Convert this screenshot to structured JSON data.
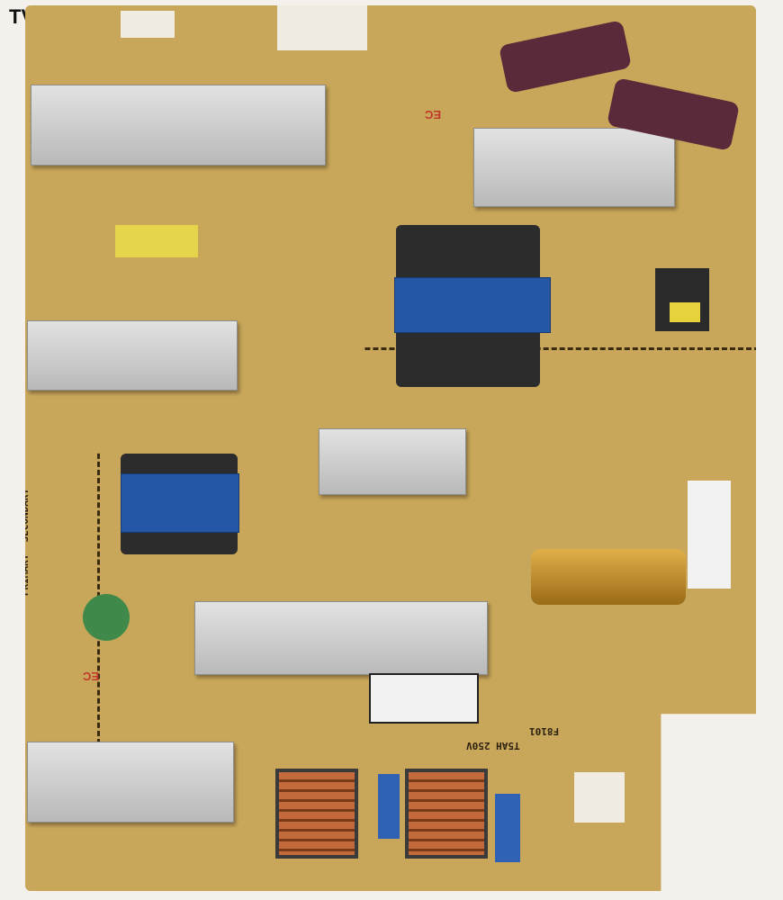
{
  "watermark": "TVP",
  "silkscreen": {
    "boundary_label": "PRIMARY  SECONDARY",
    "fuse_label_line1": "F8101",
    "fuse_label_line2": "T5AH 250V",
    "ec_mark": "EC"
  },
  "colors": {
    "board": "#c9a75a",
    "heatsink": "#c8c8c8",
    "transformer_tape": "#2457a6",
    "electrolytic_cap": "#5a2a3a"
  }
}
